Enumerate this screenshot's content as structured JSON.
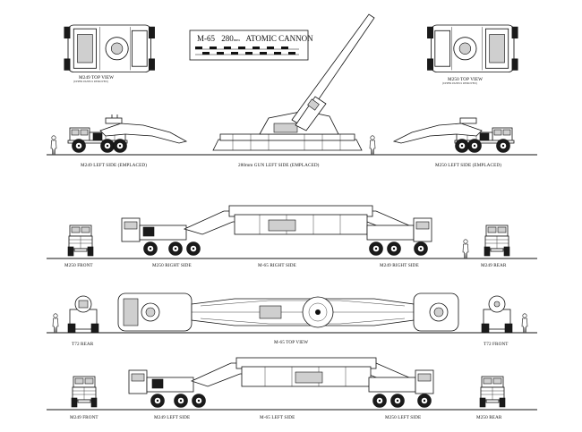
{
  "title": {
    "model": "M-65",
    "caliber": "280",
    "caliber_unit": "mm",
    "name": "ATOMIC CANNON"
  },
  "views": {
    "m249_top": {
      "label": "M249 TOP VIEW",
      "sub": "(UPPER PANELS REMOVED)"
    },
    "m250_top": {
      "label": "M250 TOP VIEW",
      "sub": "(UPPER PANELS REMOVED)"
    },
    "m249_left_emplaced": "M249 LEFT SIDE (EMPLACED)",
    "gun_left_emplaced": "280mm GUN LEFT SIDE (EMPLACED)",
    "m250_left_emplaced": "M250 LEFT SIDE (EMPLACED)",
    "m250_front": "M250 FRONT",
    "m250_right": "M250 RIGHT SIDE",
    "m65_right": "M-65 RIGHT SIDE",
    "m249_right": "M249 RIGHT SIDE",
    "m249_rear": "M249 REAR",
    "t72_rear": "T72 REAR",
    "m65_top": "M-65 TOP VIEW",
    "t72_front": "T72 FRONT",
    "m249_front": "M249 FRONT",
    "m249_left": "M249 LEFT SIDE",
    "m65_left": "M-65 LEFT SIDE",
    "m250_left": "M250 LEFT SIDE",
    "m250_rear": "M250 REAR"
  }
}
